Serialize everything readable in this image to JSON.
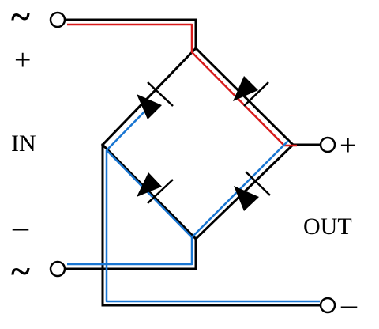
{
  "labels": {
    "ac_top": "~",
    "plus_left": "+",
    "in": "IN",
    "minus_left": "–",
    "ac_bottom": "~",
    "out_plus": "+",
    "out": "OUT",
    "out_minus": "–"
  },
  "colors": {
    "wire": "#000000",
    "positive_path": "#d81b1b",
    "negative_path": "#1976d2",
    "terminal_fill": "#ffffff"
  },
  "icons": {
    "terminal": "open-circle",
    "diode": "triangle-with-bar"
  }
}
